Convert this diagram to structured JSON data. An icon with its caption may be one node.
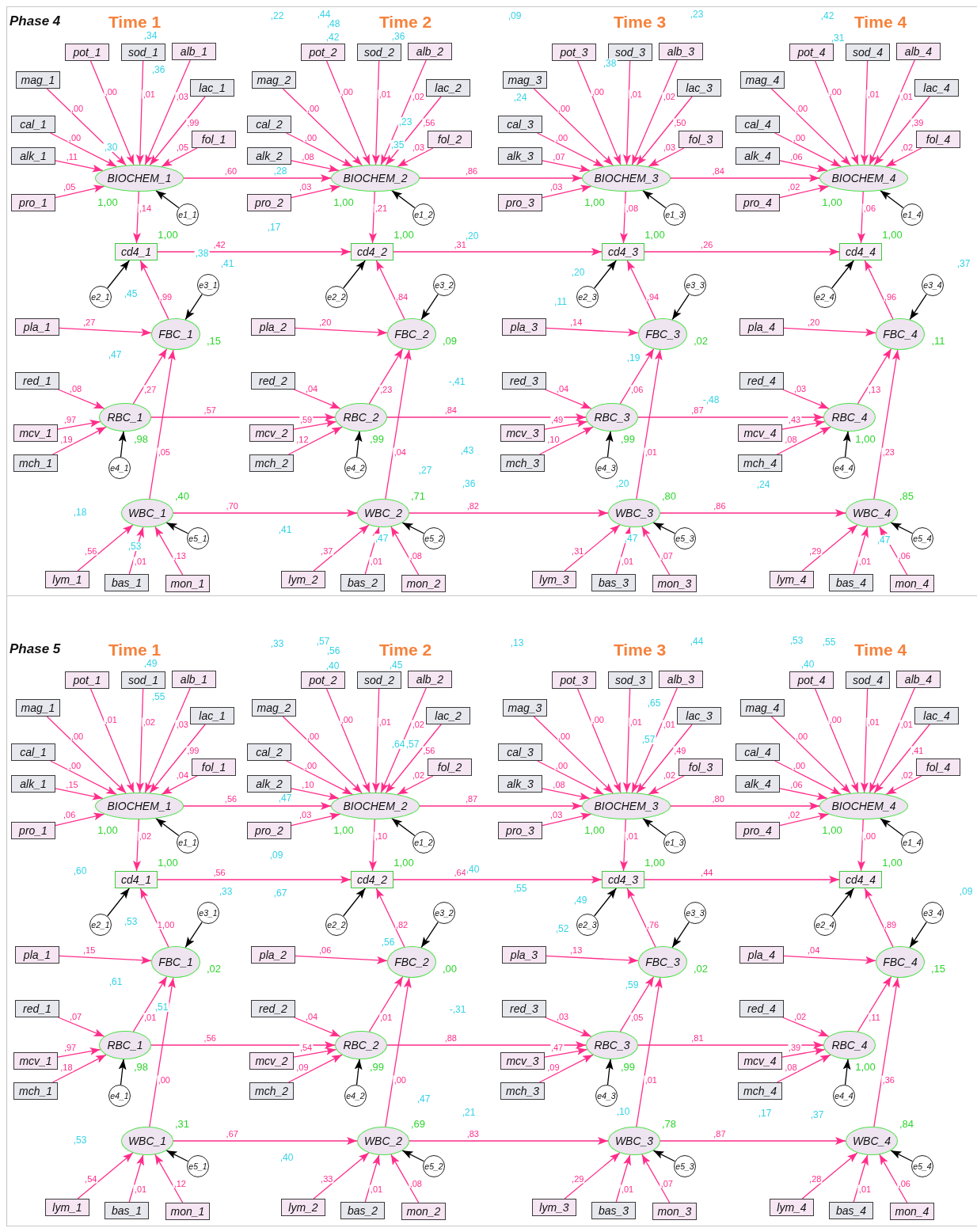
{
  "diagram": {
    "nodes": [
      {
        "text": [
          "pot_1"
        ]
      },
      {
        "text": [
          "sod_1"
        ]
      },
      {
        "text": [
          "alb_1"
        ]
      },
      {
        "text": [
          "mag_1"
        ]
      },
      {
        "text": [
          "lac_1"
        ]
      },
      {
        "text": [
          "cal_1"
        ]
      },
      {
        "text": [
          "fol_1"
        ]
      },
      {
        "text": [
          "alk_1"
        ]
      },
      {
        "text": [
          "pro_1"
        ]
      },
      {
        "text": [
          "BIOCHEM_1"
        ],
        "beside": [
          "1,00"
        ]
      },
      {
        "text": [
          "e1_1"
        ]
      },
      {
        "text": [
          "cd4_1"
        ],
        "beside": [
          "1,00"
        ]
      },
      {
        "text": [
          "e2_1"
        ]
      },
      {
        "text": [
          "pla_1"
        ]
      },
      {
        "text": [
          "FBC_1"
        ],
        "beside": [
          ",15"
        ]
      },
      {
        "text": [
          "e3_1"
        ]
      },
      {
        "text": [
          "red_1"
        ]
      },
      {
        "text": [
          "RBC_1"
        ],
        "beside": [
          ",98"
        ]
      },
      {
        "text": [
          "mcv_1"
        ]
      },
      {
        "text": [
          "mch_1"
        ]
      },
      {
        "text": [
          "e4_1"
        ]
      },
      {
        "text": [
          "WBC_1"
        ],
        "beside": [
          ",40"
        ]
      },
      {
        "text": [
          "e5_1"
        ]
      },
      {
        "text": [
          "lym_1"
        ]
      },
      {
        "text": [
          "bas_1"
        ]
      },
      {
        "text": [
          "mon_1"
        ]
      },
      {
        "text": [
          "pot_2"
        ]
      },
      {
        "text": [
          "sod_2"
        ]
      },
      {
        "text": [
          "alb_2"
        ]
      },
      {
        "text": [
          "mag_2"
        ]
      },
      {
        "text": [
          "lac_2"
        ]
      },
      {
        "text": [
          "cal_2"
        ]
      },
      {
        "text": [
          "fol_2"
        ]
      },
      {
        "text": [
          "alk_2"
        ]
      },
      {
        "text": [
          "pro_2"
        ]
      },
      {
        "text": [
          "BIOCHEM_2"
        ],
        "beside": [
          "1,00"
        ]
      },
      {
        "text": [
          "e1_2"
        ]
      },
      {
        "text": [
          "cd4_2"
        ],
        "beside": [
          "1,00"
        ]
      },
      {
        "text": [
          "e2_2"
        ]
      },
      {
        "text": [
          "pla_2"
        ]
      },
      {
        "text": [
          "FBC_2"
        ],
        "beside": [
          ",09"
        ]
      },
      {
        "text": [
          "e3_2"
        ]
      },
      {
        "text": [
          "red_2"
        ]
      },
      {
        "text": [
          "RBC_2"
        ],
        "beside": [
          ",99"
        ]
      },
      {
        "text": [
          "mcv_2"
        ]
      },
      {
        "text": [
          "mch_2"
        ]
      },
      {
        "text": [
          "e4_2"
        ]
      },
      {
        "text": [
          "WBC_2"
        ],
        "beside": [
          ",71"
        ]
      },
      {
        "text": [
          "e5_2"
        ]
      },
      {
        "text": [
          "lym_2"
        ]
      },
      {
        "text": [
          "bas_2"
        ]
      },
      {
        "text": [
          "mon_2"
        ]
      },
      {
        "text": [
          "pot_3"
        ]
      },
      {
        "text": [
          "sod_3"
        ]
      },
      {
        "text": [
          "alb_3"
        ]
      },
      {
        "text": [
          "mag_3"
        ]
      },
      {
        "text": [
          "lac_3"
        ]
      },
      {
        "text": [
          "cal_3"
        ]
      },
      {
        "text": [
          "fol_3"
        ]
      },
      {
        "text": [
          "alk_3"
        ]
      },
      {
        "text": [
          "pro_3"
        ]
      },
      {
        "text": [
          "BIOCHEM_3"
        ],
        "beside": [
          "1,00"
        ]
      },
      {
        "text": [
          "e1_3"
        ]
      },
      {
        "text": [
          "cd4_3"
        ],
        "beside": [
          "1,00"
        ]
      },
      {
        "text": [
          "e2_3"
        ]
      },
      {
        "text": [
          "pla_3"
        ]
      },
      {
        "text": [
          "FBC_3"
        ],
        "beside": [
          ",02"
        ]
      },
      {
        "text": [
          "e3_3"
        ]
      },
      {
        "text": [
          "red_3"
        ]
      },
      {
        "text": [
          "RBC_3"
        ],
        "beside": [
          ",99"
        ]
      },
      {
        "text": [
          "mcv_3"
        ]
      },
      {
        "text": [
          "mch_3"
        ]
      },
      {
        "text": [
          "e4_3"
        ]
      },
      {
        "text": [
          "WBC_3"
        ],
        "beside": [
          ",80"
        ]
      },
      {
        "text": [
          "e5_3"
        ]
      },
      {
        "text": [
          "lym_3"
        ]
      },
      {
        "text": [
          "bas_3"
        ]
      },
      {
        "text": [
          "mon_3"
        ]
      },
      {
        "text": [
          "pot_4"
        ]
      },
      {
        "text": [
          "sod_4"
        ]
      },
      {
        "text": [
          "alb_4"
        ]
      },
      {
        "text": [
          "mag_4"
        ]
      },
      {
        "text": [
          "lac_4"
        ]
      },
      {
        "text": [
          "cal_4"
        ]
      },
      {
        "text": [
          "fol_4"
        ]
      },
      {
        "text": [
          "alk_4"
        ]
      },
      {
        "text": [
          "pro_4"
        ]
      },
      {
        "text": [
          "BIOCHEM_4"
        ],
        "beside": [
          "1,00"
        ]
      },
      {
        "text": [
          "e1_4"
        ]
      },
      {
        "text": [
          "cd4_4"
        ],
        "beside": [
          "1,00"
        ]
      },
      {
        "text": [
          "e2_4"
        ]
      },
      {
        "text": [
          "pla_4"
        ]
      },
      {
        "text": [
          "FBC_4"
        ],
        "beside": [
          ",11"
        ]
      },
      {
        "text": [
          "e3_4"
        ]
      },
      {
        "text": [
          "red_4"
        ]
      },
      {
        "text": [
          "RBC_4"
        ],
        "beside": [
          "1,00"
        ]
      },
      {
        "text": [
          "mcv_4"
        ]
      },
      {
        "text": [
          "mch_4"
        ]
      },
      {
        "text": [
          "e4_4"
        ]
      },
      {
        "text": [
          "WBC_4"
        ],
        "beside": [
          ",85"
        ]
      },
      {
        "text": [
          "e5_4"
        ]
      },
      {
        "text": [
          "lym_4"
        ]
      },
      {
        "text": [
          "bas_4"
        ]
      },
      {
        "text": [
          "mon_4"
        ]
      },
      {
        "text": [
          "pot_1"
        ]
      },
      {
        "text": [
          "sod_1"
        ]
      },
      {
        "text": [
          "alb_1"
        ]
      },
      {
        "text": [
          "mag_1"
        ]
      },
      {
        "text": [
          "lac_1"
        ]
      },
      {
        "text": [
          "cal_1"
        ]
      },
      {
        "text": [
          "fol_1"
        ]
      },
      {
        "text": [
          "alk_1"
        ]
      },
      {
        "text": [
          "pro_1"
        ]
      },
      {
        "text": [
          "BIOCHEM_1"
        ],
        "beside": [
          "1,00"
        ]
      },
      {
        "text": [
          "e1_1"
        ]
      },
      {
        "text": [
          "cd4_1"
        ],
        "beside": [
          "1,00"
        ]
      },
      {
        "text": [
          "e2_1"
        ]
      },
      {
        "text": [
          "pla_1"
        ]
      },
      {
        "text": [
          "FBC_1"
        ],
        "beside": [
          ",02"
        ]
      },
      {
        "text": [
          "e3_1"
        ]
      },
      {
        "text": [
          "red_1"
        ]
      },
      {
        "text": [
          "RBC_1"
        ],
        "beside": [
          ",98"
        ]
      },
      {
        "text": [
          "mcv_1"
        ]
      },
      {
        "text": [
          "mch_1"
        ]
      },
      {
        "text": [
          "e4_1"
        ]
      },
      {
        "text": [
          "WBC_1"
        ],
        "beside": [
          ",31"
        ]
      },
      {
        "text": [
          "e5_1"
        ]
      },
      {
        "text": [
          "lym_1"
        ]
      },
      {
        "text": [
          "bas_1"
        ]
      },
      {
        "text": [
          "mon_1"
        ]
      },
      {
        "text": [
          "pot_2"
        ]
      },
      {
        "text": [
          "sod_2"
        ]
      },
      {
        "text": [
          "alb_2"
        ]
      },
      {
        "text": [
          "mag_2"
        ]
      },
      {
        "text": [
          "lac_2"
        ]
      },
      {
        "text": [
          "cal_2"
        ]
      },
      {
        "text": [
          "fol_2"
        ]
      },
      {
        "text": [
          "alk_2"
        ]
      },
      {
        "text": [
          "pro_2"
        ]
      },
      {
        "text": [
          "BIOCHEM_2"
        ],
        "beside": [
          "1,00"
        ]
      },
      {
        "text": [
          "e1_2"
        ]
      },
      {
        "text": [
          "cd4_2"
        ],
        "beside": [
          "1,00"
        ]
      },
      {
        "text": [
          "e2_2"
        ]
      },
      {
        "text": [
          "pla_2"
        ]
      },
      {
        "text": [
          "FBC_2"
        ],
        "beside": [
          ",00"
        ]
      },
      {
        "text": [
          "e3_2"
        ]
      },
      {
        "text": [
          "red_2"
        ]
      },
      {
        "text": [
          "RBC_2"
        ],
        "beside": [
          ",99"
        ]
      },
      {
        "text": [
          "mcv_2"
        ]
      },
      {
        "text": [
          "mch_2"
        ]
      },
      {
        "text": [
          "e4_2"
        ]
      },
      {
        "text": [
          "WBC_2"
        ],
        "beside": [
          ",69"
        ]
      },
      {
        "text": [
          "e5_2"
        ]
      },
      {
        "text": [
          "lym_2"
        ]
      },
      {
        "text": [
          "bas_2"
        ]
      },
      {
        "text": [
          "mon_2"
        ]
      },
      {
        "text": [
          "pot_3"
        ]
      },
      {
        "text": [
          "sod_3"
        ]
      },
      {
        "text": [
          "alb_3"
        ]
      },
      {
        "text": [
          "mag_3"
        ]
      },
      {
        "text": [
          "lac_3"
        ]
      },
      {
        "text": [
          "cal_3"
        ]
      },
      {
        "text": [
          "fol_3"
        ]
      },
      {
        "text": [
          "alk_3"
        ]
      },
      {
        "text": [
          "pro_3"
        ]
      },
      {
        "text": [
          "BIOCHEM_3"
        ],
        "beside": [
          "1,00"
        ]
      },
      {
        "text": [
          "e1_3"
        ]
      },
      {
        "text": [
          "cd4_3"
        ],
        "beside": [
          "1,00"
        ]
      },
      {
        "text": [
          "e2_3"
        ]
      },
      {
        "text": [
          "pla_3"
        ]
      },
      {
        "text": [
          "FBC_3"
        ],
        "beside": [
          ",02"
        ]
      },
      {
        "text": [
          "e3_3"
        ]
      },
      {
        "text": [
          "red_3"
        ]
      },
      {
        "text": [
          "RBC_3"
        ],
        "beside": [
          ",99"
        ]
      },
      {
        "text": [
          "mcv_3"
        ]
      },
      {
        "text": [
          "mch_3"
        ]
      },
      {
        "text": [
          "e4_3"
        ]
      },
      {
        "text": [
          "WBC_3"
        ],
        "beside": [
          ",78"
        ]
      },
      {
        "text": [
          "e5_3"
        ]
      },
      {
        "text": [
          "lym_3"
        ]
      },
      {
        "text": [
          "bas_3"
        ]
      },
      {
        "text": [
          "mon_3"
        ]
      },
      {
        "text": [
          "pot_4"
        ]
      },
      {
        "text": [
          "sod_4"
        ]
      },
      {
        "text": [
          "alb_4"
        ]
      },
      {
        "text": [
          "mag_4"
        ]
      },
      {
        "text": [
          "lac_4"
        ]
      },
      {
        "text": [
          "cal_4"
        ]
      },
      {
        "text": [
          "fol_4"
        ]
      },
      {
        "text": [
          "alk_4"
        ]
      },
      {
        "text": [
          "pro_4"
        ]
      },
      {
        "text": [
          "BIOCHEM_4"
        ],
        "beside": [
          "1,00"
        ]
      },
      {
        "text": [
          "e1_4"
        ]
      },
      {
        "text": [
          "cd4_4"
        ],
        "beside": [
          "1,00"
        ]
      },
      {
        "text": [
          "e2_4"
        ]
      },
      {
        "text": [
          "pla_4"
        ]
      },
      {
        "text": [
          "FBC_4"
        ],
        "beside": [
          ",15"
        ]
      },
      {
        "text": [
          "e3_4"
        ]
      },
      {
        "text": [
          "red_4"
        ]
      },
      {
        "text": [
          "RBC_4"
        ],
        "beside": [
          "1,00"
        ]
      },
      {
        "text": [
          "mcv_4"
        ]
      },
      {
        "text": [
          "mch_4"
        ]
      },
      {
        "text": [
          "e4_4"
        ]
      },
      {
        "text": [
          "WBC_4"
        ],
        "beside": [
          ",84"
        ]
      },
      {
        "text": [
          "e5_4"
        ]
      },
      {
        "text": [
          "lym_4"
        ]
      },
      {
        "text": [
          "bas_4"
        ]
      },
      {
        "text": [
          "mon_4"
        ]
      }
    ],
    "edges": [
      {
        "from": 0,
        "to": 9,
        "arrow": "to",
        "label": ",00"
      },
      {
        "from": 1,
        "to": 9,
        "arrow": "to",
        "label": ",01"
      },
      {
        "from": 2,
        "to": 9,
        "arrow": "to",
        "label": ",03"
      },
      {
        "from": 3,
        "to": 9,
        "arrow": "to",
        "label": ",00"
      },
      {
        "from": 4,
        "to": 9,
        "arrow": "to",
        "label": ",99"
      },
      {
        "from": 5,
        "to": 9,
        "arrow": "to",
        "label": ",00"
      },
      {
        "from": 6,
        "to": 9,
        "arrow": "to",
        "label": ",05"
      },
      {
        "from": 7,
        "to": 9,
        "arrow": "to",
        "label": ",11"
      },
      {
        "from": 8,
        "to": 9,
        "arrow": "to",
        "label": ",05"
      },
      {
        "from": 10,
        "to": 9,
        "arrow": "to",
        "color": "#000000"
      },
      {
        "from": 9,
        "to": 11,
        "arrow": "to",
        "label": ",14"
      },
      {
        "from": 14,
        "to": 11,
        "arrow": "to",
        "label": ",99"
      },
      {
        "from": 12,
        "to": 11,
        "arrow": "to",
        "color": "#000000"
      },
      {
        "from": 13,
        "to": 14,
        "arrow": "to",
        "label": ",27"
      },
      {
        "from": 17,
        "to": 14,
        "arrow": "to",
        "label": ",27"
      },
      {
        "from": 21,
        "to": 14,
        "arrow": "to",
        "label": ",05"
      },
      {
        "from": 15,
        "to": 14,
        "arrow": "to",
        "color": "#000000"
      },
      {
        "from": 16,
        "to": 17,
        "arrow": "to",
        "label": ",08"
      },
      {
        "from": 18,
        "to": 17,
        "arrow": "to",
        "label": ",97"
      },
      {
        "from": 19,
        "to": 17,
        "arrow": "to",
        "label": ",19"
      },
      {
        "from": 20,
        "to": 17,
        "arrow": "to",
        "color": "#000000"
      },
      {
        "from": 23,
        "to": 21,
        "arrow": "to",
        "label": ",56"
      },
      {
        "from": 24,
        "to": 21,
        "arrow": "to",
        "label": ",01"
      },
      {
        "from": 25,
        "to": 21,
        "arrow": "to",
        "label": ",13"
      },
      {
        "from": 22,
        "to": 21,
        "arrow": "to",
        "color": "#000000"
      },
      {
        "from": 26,
        "to": 35,
        "arrow": "to",
        "label": ",00"
      },
      {
        "from": 27,
        "to": 35,
        "arrow": "to",
        "label": ",01"
      },
      {
        "from": 28,
        "to": 35,
        "arrow": "to",
        "label": ",02"
      },
      {
        "from": 29,
        "to": 35,
        "arrow": "to",
        "label": ",00"
      },
      {
        "from": 30,
        "to": 35,
        "arrow": "to",
        "label": ",56"
      },
      {
        "from": 31,
        "to": 35,
        "arrow": "to",
        "label": ",00"
      },
      {
        "from": 32,
        "to": 35,
        "arrow": "to",
        "label": ",03"
      },
      {
        "from": 33,
        "to": 35,
        "arrow": "to",
        "label": ",08"
      },
      {
        "from": 34,
        "to": 35,
        "arrow": "to",
        "label": ",03"
      },
      {
        "from": 36,
        "to": 35,
        "arrow": "to",
        "color": "#000000"
      },
      {
        "from": 35,
        "to": 37,
        "arrow": "to",
        "label": ",21"
      },
      {
        "from": 40,
        "to": 37,
        "arrow": "to",
        "label": ",84"
      },
      {
        "from": 38,
        "to": 37,
        "arrow": "to",
        "color": "#000000"
      },
      {
        "from": 39,
        "to": 40,
        "arrow": "to",
        "label": ",20"
      },
      {
        "from": 43,
        "to": 40,
        "arrow": "to",
        "label": ",23"
      },
      {
        "from": 47,
        "to": 40,
        "arrow": "to",
        "label": ",04"
      },
      {
        "from": 41,
        "to": 40,
        "arrow": "to",
        "color": "#000000"
      },
      {
        "from": 42,
        "to": 43,
        "arrow": "to",
        "label": ",04"
      },
      {
        "from": 44,
        "to": 43,
        "arrow": "to",
        "label": ",59"
      },
      {
        "from": 45,
        "to": 43,
        "arrow": "to",
        "label": ",12"
      },
      {
        "from": 46,
        "to": 43,
        "arrow": "to",
        "color": "#000000"
      },
      {
        "from": 49,
        "to": 47,
        "arrow": "to",
        "label": ",37"
      },
      {
        "from": 50,
        "to": 47,
        "arrow": "to",
        "label": ",01"
      },
      {
        "from": 51,
        "to": 47,
        "arrow": "to",
        "label": ",08"
      },
      {
        "from": 48,
        "to": 47,
        "arrow": "to",
        "color": "#000000"
      },
      {
        "from": 52,
        "to": 61,
        "arrow": "to",
        "label": ",00"
      },
      {
        "from": 53,
        "to": 61,
        "arrow": "to",
        "label": ",01"
      },
      {
        "from": 54,
        "to": 61,
        "arrow": "to",
        "label": ",02"
      },
      {
        "from": 55,
        "to": 61,
        "arrow": "to",
        "label": ",00"
      },
      {
        "from": 56,
        "to": 61,
        "arrow": "to",
        "label": ",50"
      },
      {
        "from": 57,
        "to": 61,
        "arrow": "to",
        "label": ",00"
      },
      {
        "from": 58,
        "to": 61,
        "arrow": "to",
        "label": ",03"
      },
      {
        "from": 59,
        "to": 61,
        "arrow": "to",
        "label": ",07"
      },
      {
        "from": 60,
        "to": 61,
        "arrow": "to",
        "label": ",03"
      },
      {
        "from": 62,
        "to": 61,
        "arrow": "to",
        "color": "#000000"
      },
      {
        "from": 61,
        "to": 63,
        "arrow": "to",
        "label": ",08"
      },
      {
        "from": 66,
        "to": 63,
        "arrow": "to",
        "label": ",94"
      },
      {
        "from": 64,
        "to": 63,
        "arrow": "to",
        "color": "#000000"
      },
      {
        "from": 65,
        "to": 66,
        "arrow": "to",
        "label": ",14"
      },
      {
        "from": 69,
        "to": 66,
        "arrow": "to",
        "label": ",06"
      },
      {
        "from": 73,
        "to": 66,
        "arrow": "to",
        "label": ",01"
      },
      {
        "from": 67,
        "to": 66,
        "arrow": "to",
        "color": "#000000"
      },
      {
        "from": 68,
        "to": 69,
        "arrow": "to",
        "label": ",04"
      },
      {
        "from": 70,
        "to": 69,
        "arrow": "to",
        "label": ",49"
      },
      {
        "from": 71,
        "to": 69,
        "arrow": "to",
        "label": ",10"
      },
      {
        "from": 72,
        "to": 69,
        "arrow": "to",
        "color": "#000000"
      },
      {
        "from": 75,
        "to": 73,
        "arrow": "to",
        "label": ",31"
      },
      {
        "from": 76,
        "to": 73,
        "arrow": "to",
        "label": ",01"
      },
      {
        "from": 77,
        "to": 73,
        "arrow": "to",
        "label": ",07"
      },
      {
        "from": 74,
        "to": 73,
        "arrow": "to",
        "color": "#000000"
      },
      {
        "from": 78,
        "to": 87,
        "arrow": "to",
        "label": ",00"
      },
      {
        "from": 79,
        "to": 87,
        "arrow": "to",
        "label": ",01"
      },
      {
        "from": 80,
        "to": 87,
        "arrow": "to",
        "label": ",01"
      },
      {
        "from": 81,
        "to": 87,
        "arrow": "to",
        "label": ",00"
      },
      {
        "from": 82,
        "to": 87,
        "arrow": "to",
        "label": ",39"
      },
      {
        "from": 83,
        "to": 87,
        "arrow": "to",
        "label": ",00"
      },
      {
        "from": 84,
        "to": 87,
        "arrow": "to",
        "label": ",02"
      },
      {
        "from": 85,
        "to": 87,
        "arrow": "to",
        "label": ",06"
      },
      {
        "from": 86,
        "to": 87,
        "arrow": "to",
        "label": ",02"
      },
      {
        "from": 88,
        "to": 87,
        "arrow": "to",
        "color": "#000000"
      },
      {
        "from": 87,
        "to": 89,
        "arrow": "to",
        "label": ",06"
      },
      {
        "from": 92,
        "to": 89,
        "arrow": "to",
        "label": ",96"
      },
      {
        "from": 90,
        "to": 89,
        "arrow": "to",
        "color": "#000000"
      },
      {
        "from": 91,
        "to": 92,
        "arrow": "to",
        "label": ",20"
      },
      {
        "from": 95,
        "to": 92,
        "arrow": "to",
        "label": ",13"
      },
      {
        "from": 99,
        "to": 92,
        "arrow": "to",
        "label": ",23"
      },
      {
        "from": 93,
        "to": 92,
        "arrow": "to",
        "color": "#000000"
      },
      {
        "from": 94,
        "to": 95,
        "arrow": "to",
        "label": ",03"
      },
      {
        "from": 96,
        "to": 95,
        "arrow": "to",
        "label": ",43"
      },
      {
        "from": 97,
        "to": 95,
        "arrow": "to",
        "label": ",08"
      },
      {
        "from": 98,
        "to": 95,
        "arrow": "to",
        "color": "#000000"
      },
      {
        "from": 101,
        "to": 99,
        "arrow": "to",
        "label": ",29"
      },
      {
        "from": 102,
        "to": 99,
        "arrow": "to",
        "label": ",01"
      },
      {
        "from": 103,
        "to": 99,
        "arrow": "to",
        "label": ",06"
      },
      {
        "from": 100,
        "to": 99,
        "arrow": "to",
        "color": "#000000"
      },
      {
        "from": 9,
        "to": 35,
        "arrow": "to",
        "label": ",60"
      },
      {
        "from": 11,
        "to": 37,
        "arrow": "to",
        "label": ",42"
      },
      {
        "from": 17,
        "to": 43,
        "arrow": "to",
        "label": ",57"
      },
      {
        "from": 21,
        "to": 47,
        "arrow": "to",
        "label": ",70"
      },
      {
        "from": 35,
        "to": 61,
        "arrow": "to",
        "label": ",86"
      },
      {
        "from": 37,
        "to": 63,
        "arrow": "to",
        "label": ",31"
      },
      {
        "from": 43,
        "to": 69,
        "arrow": "to",
        "label": ",84"
      },
      {
        "from": 47,
        "to": 73,
        "arrow": "to",
        "label": ",82"
      },
      {
        "from": 61,
        "to": 87,
        "arrow": "to",
        "label": ",84"
      },
      {
        "from": 63,
        "to": 89,
        "arrow": "to",
        "label": ",26"
      },
      {
        "from": 69,
        "to": 95,
        "arrow": "to",
        "label": ",87"
      },
      {
        "from": 73,
        "to": 99,
        "arrow": "to",
        "label": ",86"
      },
      {
        "from": 104,
        "to": 113,
        "arrow": "to",
        "label": ",01"
      },
      {
        "from": 105,
        "to": 113,
        "arrow": "to",
        "label": ",02"
      },
      {
        "from": 106,
        "to": 113,
        "arrow": "to",
        "label": ",03"
      },
      {
        "from": 107,
        "to": 113,
        "arrow": "to",
        "label": ",00"
      },
      {
        "from": 108,
        "to": 113,
        "arrow": "to",
        "label": ",99"
      },
      {
        "from": 109,
        "to": 113,
        "arrow": "to",
        "label": ",00"
      },
      {
        "from": 110,
        "to": 113,
        "arrow": "to",
        "label": ",04"
      },
      {
        "from": 111,
        "to": 113,
        "arrow": "to",
        "label": ",15"
      },
      {
        "from": 112,
        "to": 113,
        "arrow": "to",
        "label": ",06"
      },
      {
        "from": 114,
        "to": 113,
        "arrow": "to",
        "color": "#000000"
      },
      {
        "from": 113,
        "to": 115,
        "arrow": "to",
        "label": ",02"
      },
      {
        "from": 118,
        "to": 115,
        "arrow": "to",
        "label": "1,00"
      },
      {
        "from": 116,
        "to": 115,
        "arrow": "to",
        "color": "#000000"
      },
      {
        "from": 117,
        "to": 118,
        "arrow": "to",
        "label": ",15"
      },
      {
        "from": 121,
        "to": 118,
        "arrow": "to",
        "label": ",01"
      },
      {
        "from": 125,
        "to": 118,
        "arrow": "to",
        "label": ",00"
      },
      {
        "from": 119,
        "to": 118,
        "arrow": "to",
        "color": "#000000"
      },
      {
        "from": 120,
        "to": 121,
        "arrow": "to",
        "label": ",07"
      },
      {
        "from": 122,
        "to": 121,
        "arrow": "to",
        "label": ",97"
      },
      {
        "from": 123,
        "to": 121,
        "arrow": "to",
        "label": ",18"
      },
      {
        "from": 124,
        "to": 121,
        "arrow": "to",
        "color": "#000000"
      },
      {
        "from": 127,
        "to": 125,
        "arrow": "to",
        "label": ",54"
      },
      {
        "from": 128,
        "to": 125,
        "arrow": "to",
        "label": ",01"
      },
      {
        "from": 129,
        "to": 125,
        "arrow": "to",
        "label": ",12"
      },
      {
        "from": 126,
        "to": 125,
        "arrow": "to",
        "color": "#000000"
      },
      {
        "from": 130,
        "to": 139,
        "arrow": "to",
        "label": ",00"
      },
      {
        "from": 131,
        "to": 139,
        "arrow": "to",
        "label": ",01"
      },
      {
        "from": 132,
        "to": 139,
        "arrow": "to",
        "label": ",02"
      },
      {
        "from": 133,
        "to": 139,
        "arrow": "to",
        "label": ",00"
      },
      {
        "from": 134,
        "to": 139,
        "arrow": "to",
        "label": ",56"
      },
      {
        "from": 135,
        "to": 139,
        "arrow": "to",
        "label": ",00"
      },
      {
        "from": 136,
        "to": 139,
        "arrow": "to",
        "label": ",02"
      },
      {
        "from": 137,
        "to": 139,
        "arrow": "to",
        "label": ",10"
      },
      {
        "from": 138,
        "to": 139,
        "arrow": "to",
        "label": ",03"
      },
      {
        "from": 140,
        "to": 139,
        "arrow": "to",
        "color": "#000000"
      },
      {
        "from": 139,
        "to": 141,
        "arrow": "to",
        "label": ",10"
      },
      {
        "from": 144,
        "to": 141,
        "arrow": "to",
        "label": ",82"
      },
      {
        "from": 142,
        "to": 141,
        "arrow": "to",
        "color": "#000000"
      },
      {
        "from": 143,
        "to": 144,
        "arrow": "to",
        "label": ",06"
      },
      {
        "from": 147,
        "to": 144,
        "arrow": "to",
        "label": ",01"
      },
      {
        "from": 151,
        "to": 144,
        "arrow": "to",
        "label": ",00"
      },
      {
        "from": 145,
        "to": 144,
        "arrow": "to",
        "color": "#000000"
      },
      {
        "from": 146,
        "to": 147,
        "arrow": "to",
        "label": ",04"
      },
      {
        "from": 148,
        "to": 147,
        "arrow": "to",
        "label": ",54"
      },
      {
        "from": 149,
        "to": 147,
        "arrow": "to",
        "label": ",09"
      },
      {
        "from": 150,
        "to": 147,
        "arrow": "to",
        "color": "#000000"
      },
      {
        "from": 153,
        "to": 151,
        "arrow": "to",
        "label": ",33"
      },
      {
        "from": 154,
        "to": 151,
        "arrow": "to",
        "label": ",01"
      },
      {
        "from": 155,
        "to": 151,
        "arrow": "to",
        "label": ",08"
      },
      {
        "from": 152,
        "to": 151,
        "arrow": "to",
        "color": "#000000"
      },
      {
        "from": 156,
        "to": 165,
        "arrow": "to",
        "label": ",00"
      },
      {
        "from": 157,
        "to": 165,
        "arrow": "to",
        "label": ",01"
      },
      {
        "from": 158,
        "to": 165,
        "arrow": "to",
        "label": ",01"
      },
      {
        "from": 159,
        "to": 165,
        "arrow": "to",
        "label": ",00"
      },
      {
        "from": 160,
        "to": 165,
        "arrow": "to",
        "label": ",49"
      },
      {
        "from": 161,
        "to": 165,
        "arrow": "to",
        "label": ",00"
      },
      {
        "from": 162,
        "to": 165,
        "arrow": "to",
        "label": ",02"
      },
      {
        "from": 163,
        "to": 165,
        "arrow": "to",
        "label": ",08"
      },
      {
        "from": 164,
        "to": 165,
        "arrow": "to",
        "label": ",03"
      },
      {
        "from": 166,
        "to": 165,
        "arrow": "to",
        "color": "#000000"
      },
      {
        "from": 165,
        "to": 167,
        "arrow": "to",
        "label": ",01"
      },
      {
        "from": 170,
        "to": 167,
        "arrow": "to",
        "label": ",76"
      },
      {
        "from": 168,
        "to": 167,
        "arrow": "to",
        "color": "#000000"
      },
      {
        "from": 169,
        "to": 170,
        "arrow": "to",
        "label": ",13"
      },
      {
        "from": 173,
        "to": 170,
        "arrow": "to",
        "label": ",05"
      },
      {
        "from": 177,
        "to": 170,
        "arrow": "to",
        "label": ",01"
      },
      {
        "from": 171,
        "to": 170,
        "arrow": "to",
        "color": "#000000"
      },
      {
        "from": 172,
        "to": 173,
        "arrow": "to",
        "label": ",03"
      },
      {
        "from": 174,
        "to": 173,
        "arrow": "to",
        "label": ",47"
      },
      {
        "from": 175,
        "to": 173,
        "arrow": "to",
        "label": ",09"
      },
      {
        "from": 176,
        "to": 173,
        "arrow": "to",
        "color": "#000000"
      },
      {
        "from": 179,
        "to": 177,
        "arrow": "to",
        "label": ",29"
      },
      {
        "from": 180,
        "to": 177,
        "arrow": "to",
        "label": ",01"
      },
      {
        "from": 181,
        "to": 177,
        "arrow": "to",
        "label": ",07"
      },
      {
        "from": 178,
        "to": 177,
        "arrow": "to",
        "color": "#000000"
      },
      {
        "from": 182,
        "to": 191,
        "arrow": "to",
        "label": ",00"
      },
      {
        "from": 183,
        "to": 191,
        "arrow": "to",
        "label": ",01"
      },
      {
        "from": 184,
        "to": 191,
        "arrow": "to",
        "label": ",01"
      },
      {
        "from": 185,
        "to": 191,
        "arrow": "to",
        "label": ",00"
      },
      {
        "from": 186,
        "to": 191,
        "arrow": "to",
        "label": ",41"
      },
      {
        "from": 187,
        "to": 191,
        "arrow": "to",
        "label": ",00"
      },
      {
        "from": 188,
        "to": 191,
        "arrow": "to",
        "label": ",02"
      },
      {
        "from": 189,
        "to": 191,
        "arrow": "to",
        "label": ",06"
      },
      {
        "from": 190,
        "to": 191,
        "arrow": "to",
        "label": ",02"
      },
      {
        "from": 192,
        "to": 191,
        "arrow": "to",
        "color": "#000000"
      },
      {
        "from": 191,
        "to": 193,
        "arrow": "to",
        "label": ",00"
      },
      {
        "from": 196,
        "to": 193,
        "arrow": "to",
        "label": ",89"
      },
      {
        "from": 194,
        "to": 193,
        "arrow": "to",
        "color": "#000000"
      },
      {
        "from": 195,
        "to": 196,
        "arrow": "to",
        "label": ",04"
      },
      {
        "from": 199,
        "to": 196,
        "arrow": "to",
        "label": ",11"
      },
      {
        "from": 203,
        "to": 196,
        "arrow": "to",
        "label": ",36"
      },
      {
        "from": 197,
        "to": 196,
        "arrow": "to",
        "color": "#000000"
      },
      {
        "from": 198,
        "to": 199,
        "arrow": "to",
        "label": ",02"
      },
      {
        "from": 200,
        "to": 199,
        "arrow": "to",
        "label": ",39"
      },
      {
        "from": 201,
        "to": 199,
        "arrow": "to",
        "label": ",08"
      },
      {
        "from": 202,
        "to": 199,
        "arrow": "to",
        "color": "#000000"
      },
      {
        "from": 205,
        "to": 203,
        "arrow": "to",
        "label": ",28"
      },
      {
        "from": 206,
        "to": 203,
        "arrow": "to",
        "label": ",01"
      },
      {
        "from": 207,
        "to": 203,
        "arrow": "to",
        "label": ",06"
      },
      {
        "from": 204,
        "to": 203,
        "arrow": "to",
        "color": "#000000"
      },
      {
        "from": 113,
        "to": 139,
        "arrow": "to",
        "label": ",56"
      },
      {
        "from": 115,
        "to": 141,
        "arrow": "to",
        "label": ",56"
      },
      {
        "from": 121,
        "to": 147,
        "arrow": "to",
        "label": ",56"
      },
      {
        "from": 125,
        "to": 151,
        "arrow": "to",
        "label": ",67"
      },
      {
        "from": 139,
        "to": 165,
        "arrow": "to",
        "label": ",87"
      },
      {
        "from": 141,
        "to": 167,
        "arrow": "to",
        "label": ",64"
      },
      {
        "from": 147,
        "to": 173,
        "arrow": "to",
        "label": ",88"
      },
      {
        "from": 151,
        "to": 177,
        "arrow": "to",
        "label": ",83"
      },
      {
        "from": 165,
        "to": 191,
        "arrow": "to",
        "label": ",80"
      },
      {
        "from": 167,
        "to": 193,
        "arrow": "to",
        "label": ",44"
      },
      {
        "from": 173,
        "to": 199,
        "arrow": "to",
        "label": ",81"
      },
      {
        "from": 177,
        "to": 203,
        "arrow": "to",
        "label": ",87"
      }
    ],
    "labels": [
      "Phase 4",
      "Time 1",
      "Time 2",
      "Time 3",
      "Time 4",
      ",22",
      ",44",
      ",48",
      ",09",
      ",23",
      ",42",
      ",34",
      ",36",
      ",36",
      ",42",
      ",38",
      ",31",
      ",24",
      ",23",
      ",30",
      ",35",
      ",28",
      ",17",
      ",20",
      ",38",
      ",41",
      ",20",
      ",37",
      ",45",
      ",11",
      ",47",
      ",19",
      "-,41",
      "-,48",
      ",43",
      ",27",
      ",36",
      ",20",
      ",24",
      ",18",
      ",41",
      ",53",
      ",47",
      ",47",
      ",47",
      "Phase 5",
      "Time 1",
      "Time 2",
      "Time 3",
      "Time 4",
      ",33",
      ",57",
      ",56",
      ",13",
      ",44",
      ",53",
      ",55",
      ",49",
      ",40",
      ",45",
      ",40",
      ",65",
      ",55",
      ",57",
      ",64",
      ",57",
      ",47",
      ",09",
      ",60",
      ",40",
      ",33",
      ",67",
      ",55",
      ",49",
      ",09",
      ",53",
      ",56",
      ",52",
      ",61",
      ",59",
      ",51",
      "-,31",
      ",47",
      ",21",
      ",10",
      ",17",
      ",37",
      ",53",
      ",40"
    ]
  }
}
